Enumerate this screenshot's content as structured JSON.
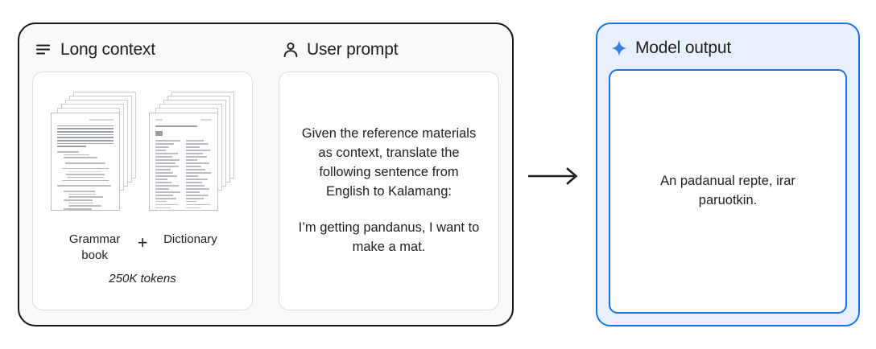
{
  "input_section": {
    "long_context": {
      "icon": "align-left-lines-icon",
      "title": "Long context",
      "documents": [
        {
          "label": "Grammar book",
          "type": "grammar-book-stack"
        },
        {
          "label": "Dictionary",
          "type": "dictionary-stack"
        }
      ],
      "separator": "+",
      "token_count": "250K tokens"
    },
    "user_prompt": {
      "icon": "person-icon",
      "title": "User prompt",
      "instruction": "Given the reference materials as context, translate the following sentence from English to Kalamang:",
      "sentence": "I’m getting pandanus, I want to make a mat."
    }
  },
  "flow": {
    "arrow": "right-arrow-icon"
  },
  "output_section": {
    "icon": "sparkle-icon",
    "title": "Model output",
    "text": "An padanual repte, irar paruotkin."
  },
  "colors": {
    "accent_blue": "#1a73e8",
    "output_panel_fill": "#e8f0fe",
    "input_panel_fill": "#f8f9fa",
    "input_panel_border": "#17181a",
    "card_border": "#dadce0",
    "text": "#1f1f1f"
  }
}
